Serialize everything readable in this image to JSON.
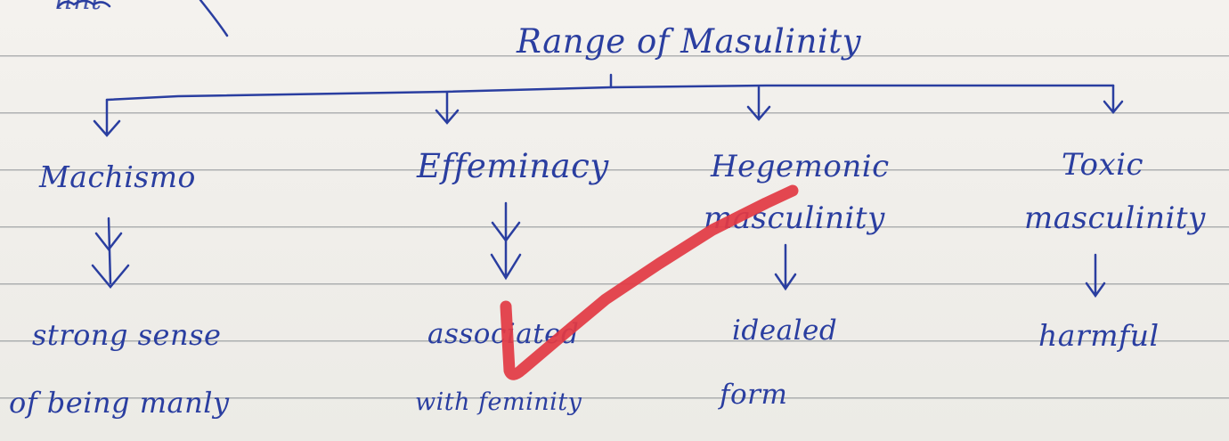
{
  "diagram": {
    "top_partial_text": "lint",
    "title": "Range of Masulinity",
    "categories": [
      {
        "name_lines": [
          "Machismo"
        ],
        "description_lines": [
          "strong sense",
          "of being manly"
        ]
      },
      {
        "name_lines": [
          "Effeminacy"
        ],
        "description_lines": [
          "associated",
          "with feminity"
        ]
      },
      {
        "name_lines": [
          "Hegemonic",
          "masculinity"
        ],
        "description_lines": [
          "idealed",
          "form"
        ]
      },
      {
        "name_lines": [
          "Toxic",
          "masculinity"
        ],
        "description_lines": [
          "harmful"
        ]
      }
    ],
    "colors": {
      "ink": "#2a3ea0",
      "check_mark": "#e23a44",
      "paper": "#f2f0ec"
    }
  }
}
